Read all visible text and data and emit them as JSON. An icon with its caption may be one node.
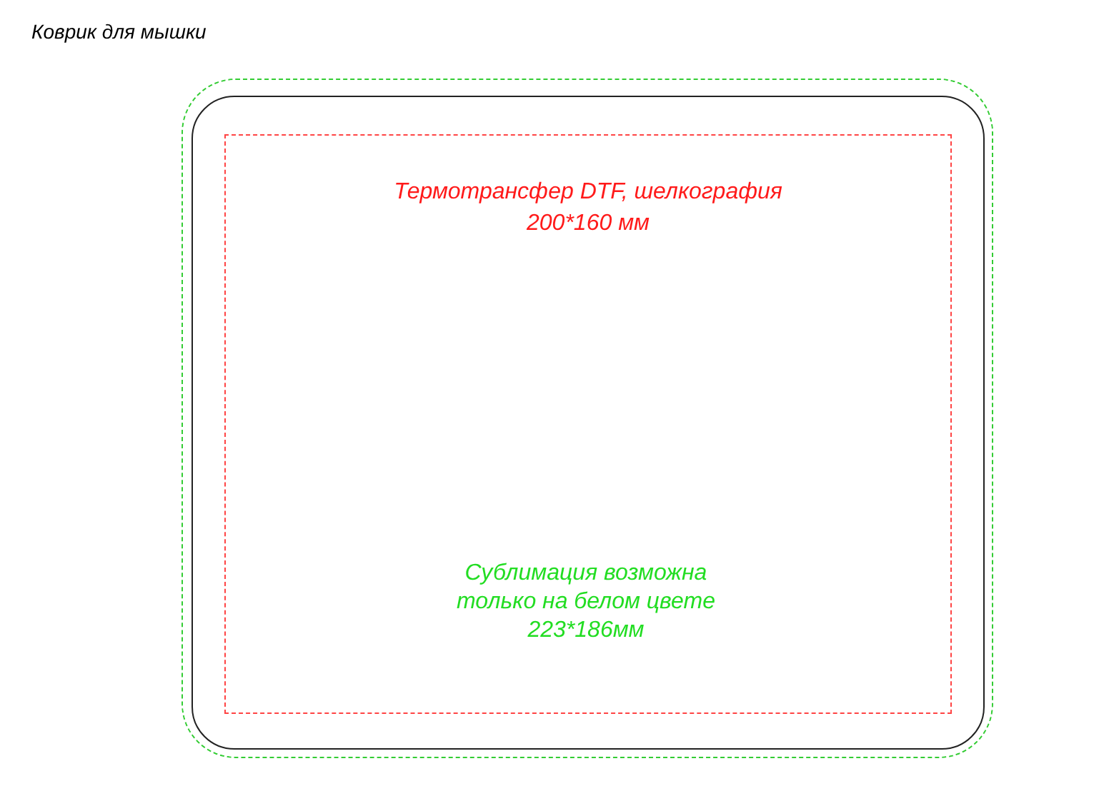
{
  "diagram": {
    "title": "Коврик для мышки",
    "nodes": [
      {
        "text": [],
        "shape": "box"
      },
      {
        "text": [],
        "shape": "box",
        "in": 0
      },
      {
        "text": [
          "Термотрансфер DTF, шелкография",
          "200*160 мм"
        ],
        "in": 1
      }
    ],
    "edges": [],
    "labels": [
      "Сублимация возможна только на белом цвете 223*186мм"
    ]
  }
}
